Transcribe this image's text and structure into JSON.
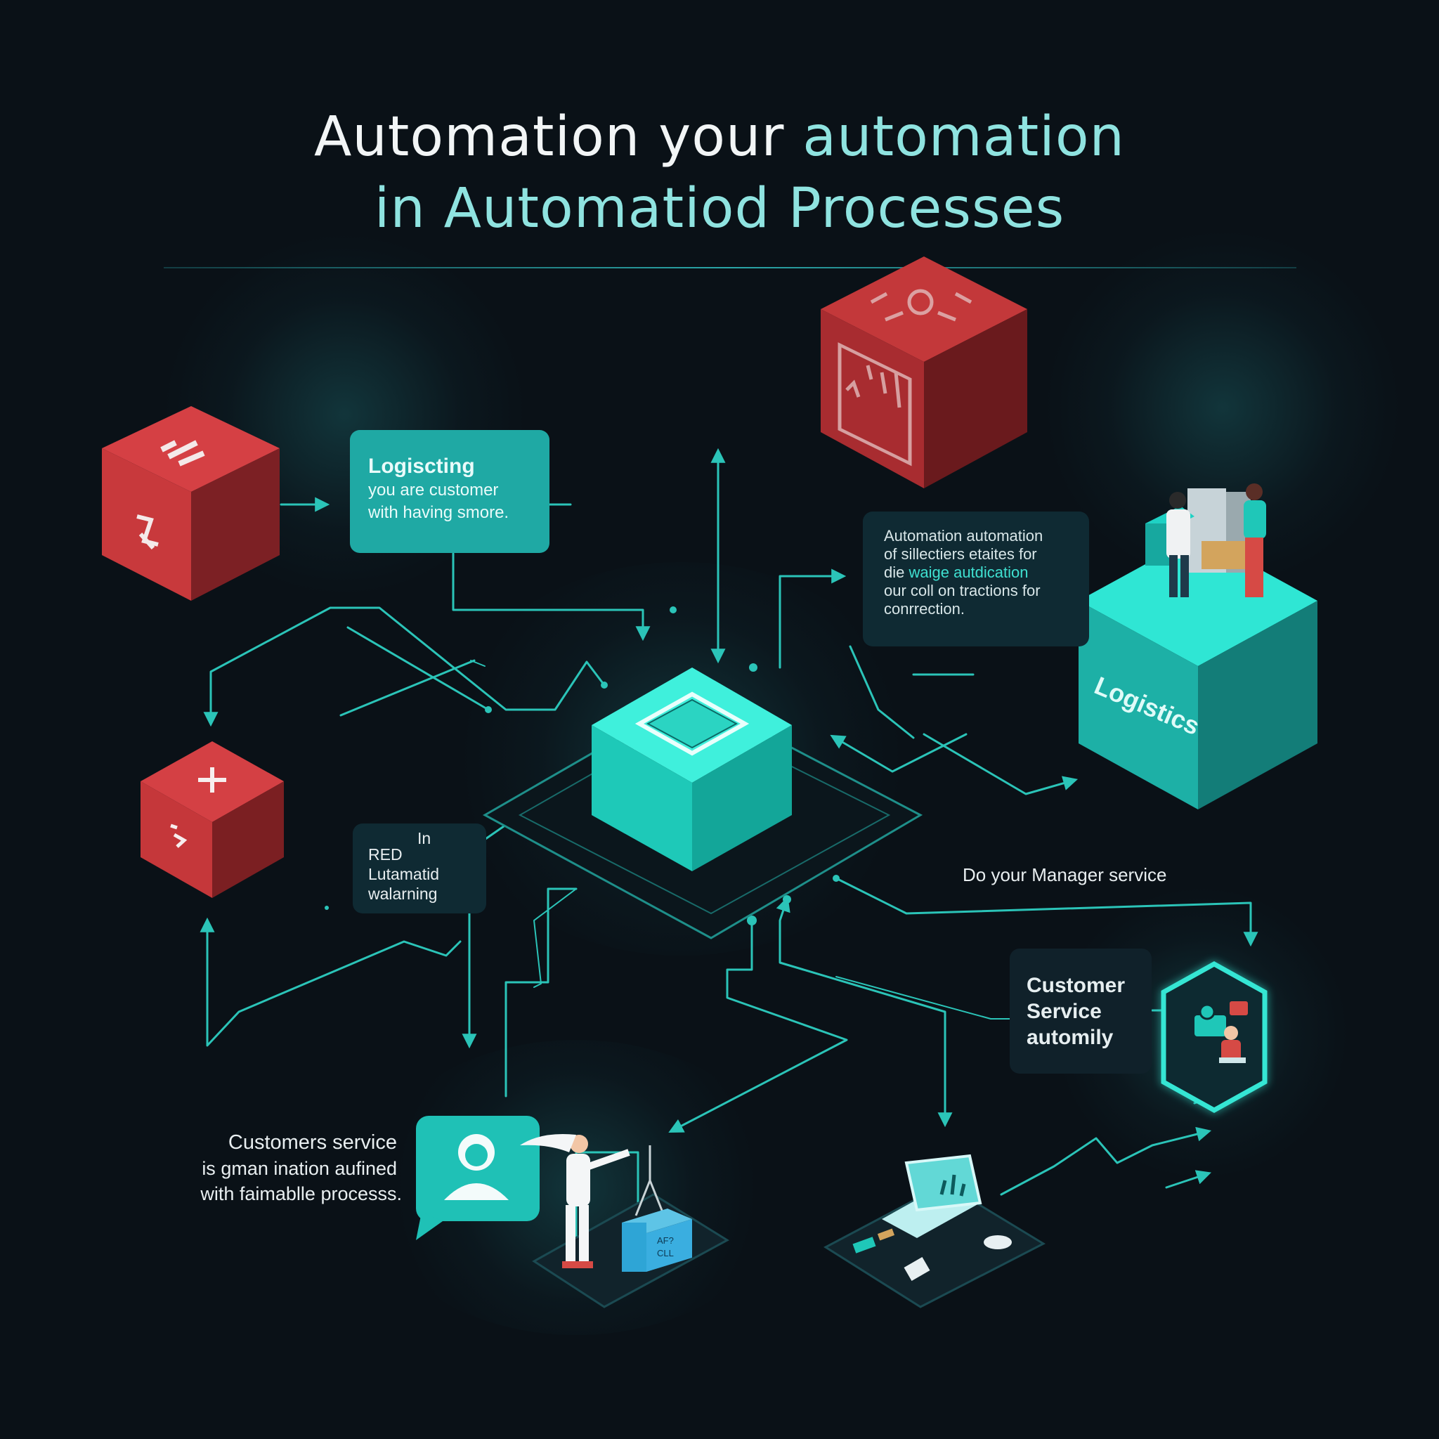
{
  "title": {
    "line1_a": "Automation your",
    "line1_b": "automation",
    "line2": "in Automatiod Processes"
  },
  "cards": {
    "logiscting": {
      "title": "Logiscting",
      "line1": "you are customer",
      "line2": "with having smore."
    },
    "automation_note": {
      "line1": "Automation automation",
      "line2": "of sillectiers etaites for",
      "line3_a": "die",
      "line3_b": "waige autdication",
      "line4": "our coll on tractions for",
      "line5": "conrrection."
    },
    "red_note": {
      "in": "In",
      "line1": "RED",
      "line2": "Lutamatid",
      "line3": "walarning"
    },
    "customer_service": {
      "line1": "Customer",
      "line2": "Service",
      "line3": "automily"
    }
  },
  "labels": {
    "logistics_cube": "Logistics",
    "manager": "Do your Manager service",
    "customers_title": "Customers service",
    "customers_line1": "is gman ination aufined",
    "customers_line2": "with faimablle processs.",
    "box_text_1": "AF?",
    "box_text_2": "CLL"
  },
  "colors": {
    "background": "#0a1117",
    "teal": "#1fd1c4",
    "teal_dark": "#148f8a",
    "red": "#c9383a",
    "red_dark": "#7a1f22",
    "line": "#2bc4b8"
  }
}
